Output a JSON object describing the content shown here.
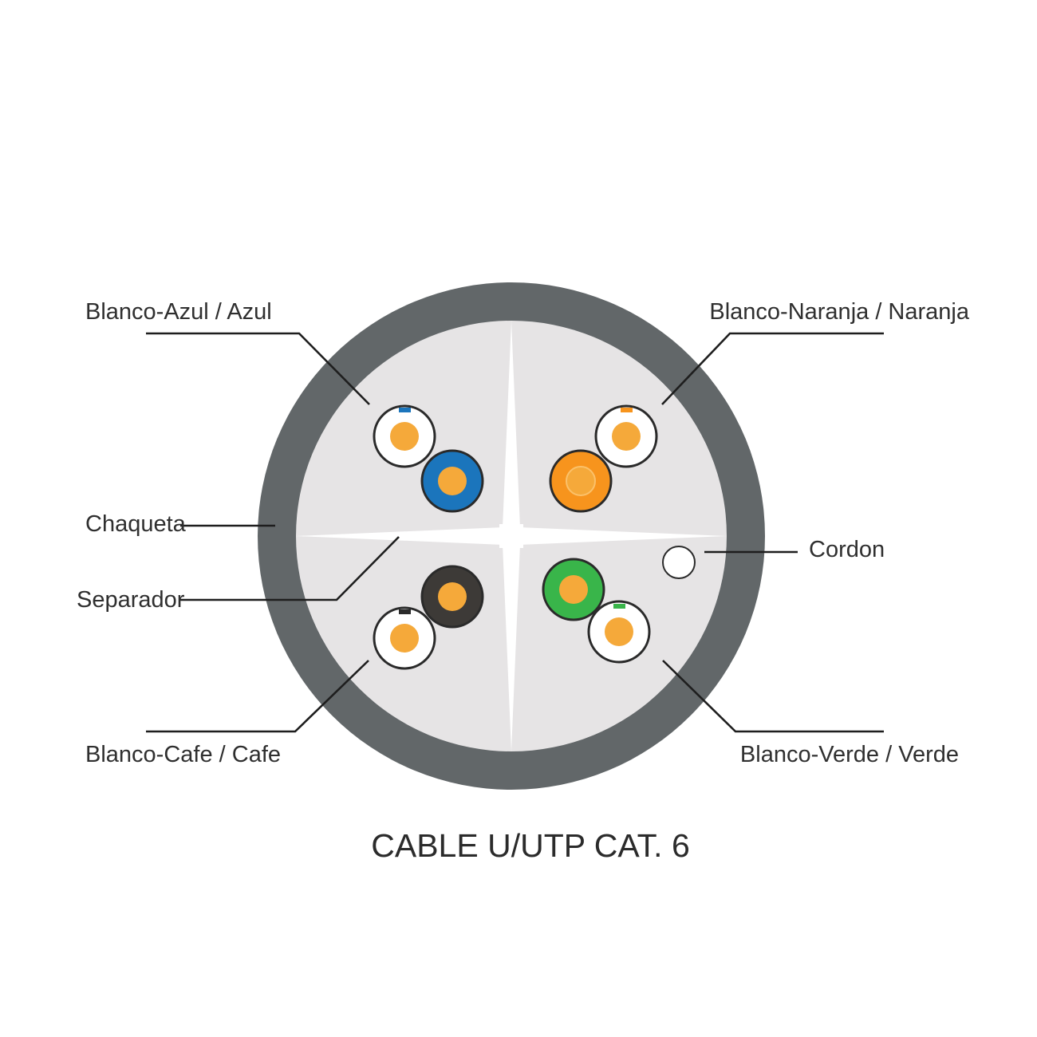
{
  "title": "CABLE U/UTP CAT. 6",
  "labels": {
    "blue_pair": "Blanco-Azul / Azul",
    "orange_pair": "Blanco-Naranja / Naranja",
    "jacket": "Chaqueta",
    "separator": "Separador",
    "cord": "Cordon",
    "brown_pair": "Blanco-Cafe / Cafe",
    "green_pair": "Blanco-Verde / Verde"
  },
  "colors": {
    "jacket": "#626769",
    "core": "#e6e4e5",
    "separator": "#ffffff",
    "conductor": "#f5a93a",
    "white_insulation": "#ffffff",
    "blue": "#1b75bc",
    "orange": "#f7941d",
    "brown": "#3d3a37",
    "green": "#39b54a",
    "leader_line": "#1e1e1e"
  }
}
